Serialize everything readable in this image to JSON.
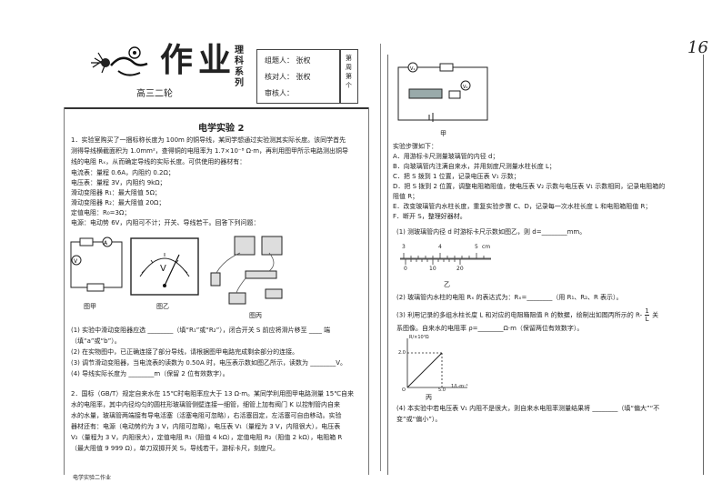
{
  "header": {
    "brand_big": "作业",
    "series_vertical": "理科系列",
    "grade": "高三二轮",
    "fields": [
      {
        "label": "组题人：",
        "value": "张权"
      },
      {
        "label": "核对人：",
        "value": "张权"
      },
      {
        "label": "审核人：",
        "value": ""
      }
    ],
    "week_box": "第 周 第 个",
    "page_number": "16"
  },
  "left": {
    "title": "电学实验 2",
    "q1": {
      "lines": [
        "1．实验室购买了一捆标称长度为 100m 的铜导线，某同学想通过实验测其实际长度。该同学首先",
        "测得导线横截面积为 1.0mm²，查得铜的电阻率为 1.7×10⁻⁸ Ω·m，再利用图甲所示电路测出铜导",
        "线的电阻 Rₓ，从而确定导线的实际长度。可供使用的器材有：",
        "电流表：量程 0.6A，内阻约 0.2Ω；",
        "电压表：量程 3V，内阻约 9kΩ；",
        "滑动变阻器 R₁：最大阻值 5Ω；",
        "滑动变阻器 R₂：最大阻值 20Ω；",
        "定值电阻：R₀=3Ω；",
        "电源：电动势 6V，内阻可不计；开关、导线若干。回答下列问题："
      ],
      "fig_labels": [
        "图甲",
        "图乙",
        "图丙"
      ],
      "meter_symbol": "V",
      "questions": [
        "(1) 实验中滑动变阻器应选 ________（填“R₁”或“R₂”），闭合开关 S 前应将滑片移至 ____ 端",
        "（填“a”或“b”）。",
        "(2) 在实物图中，已正确连接了部分导线，请根据图甲电路完成剩余部分的连接。",
        "(3) 调节滑动变阻器，当电流表的读数为 0.50A 时，电压表示数如图乙所示，读数为 ________V。",
        "(4) 导线实际长度为 ________m（保留 2 位有效数字）。"
      ]
    },
    "q2": {
      "lines": [
        "2．国标（GB/T）规定自来水在 15℃时电阻率应大于 13 Ω·m。某同学利用图甲电路测量 15℃自来",
        "水的电阻率，其中内径均匀的圆柱形玻璃管侧壁连接一细管，细管上加有阀门 K 以控制管内自来",
        "水的水量，玻璃管两端接有导电活塞（活塞电阻可忽略），右活塞固定，左活塞可自由移动。实验",
        "器材还有：电源（电动势约为 3 V，内阻可忽略），电压表 V₁（量程为 3 V，内阻很大），电压表",
        "V₂（量程为 3 V，内阻很大），定值电阻 R₁（阻值 4 kΩ），定值电阻 R₂（阻值 2 kΩ），电阻箱 R",
        "（最大阻值 9 999 Ω），单刀双掷开关 S，导线若干，游标卡尺，刻度尺。"
      ]
    },
    "footer": "电学实验二作业"
  },
  "right": {
    "fig_label": "甲",
    "steps_title": "实验步骤如下：",
    "steps": [
      "A．用游标卡尺测量玻璃管的内径 d；",
      "B．向玻璃管内注满自来水，并用刻度尺测量水柱长度 L；",
      "C．把 S 拨到 1 位置，记录电压表 V₁ 示数；",
      "D．把 S 拨到 2 位置，调整电阻箱阻值，使电压表 V₂ 示数与电压表 V₁ 示数相同，记录电阻箱的",
      "阻值 R；",
      "E．改变玻璃管内水柱长度，重复实验步骤 C、D，记录每一次水柱长度 L 和电阻箱阻值 R；",
      "F．断开 S，整理好器材。"
    ],
    "q_1": "(1) 测玻璃管内径 d 时游标卡尺示数如图乙，则 d=________mm。",
    "caliper_main": [
      "3",
      "4",
      "5",
      "cm"
    ],
    "caliper_vernier": [
      "0",
      "10",
      "20"
    ],
    "caliper_label": "乙",
    "q_2": "(2) 玻璃管内水柱的电阻 Rₓ 的表达式为：Rₓ=________（用 R₁、R₂、R 表示）。",
    "q_3a": "(3) 利用记录的多组水柱长度 L 和对应的电阻箱阻值 R 的数据，绘制出如图丙所示的 R-",
    "q_3b": "关",
    "frac_num": "1",
    "frac_den": "L",
    "q_3c": "系图像。自来水的电阻率 ρ=________Ω·m（保留两位有效数字）。",
    "graph": {
      "y_label": "R/×10⁴Ω",
      "y_tick": "2.0",
      "x_tick": "5.0",
      "x_unit": "1/L·m⁻¹",
      "origin": "O",
      "caption": "丙"
    },
    "q_4a": "(4) 本实验中若电压表 V₁ 内阻不是很大，则自来水电阻率测量结果将 ________（填“偏大”“不",
    "q_4b": "变”或“偏小”）。"
  }
}
